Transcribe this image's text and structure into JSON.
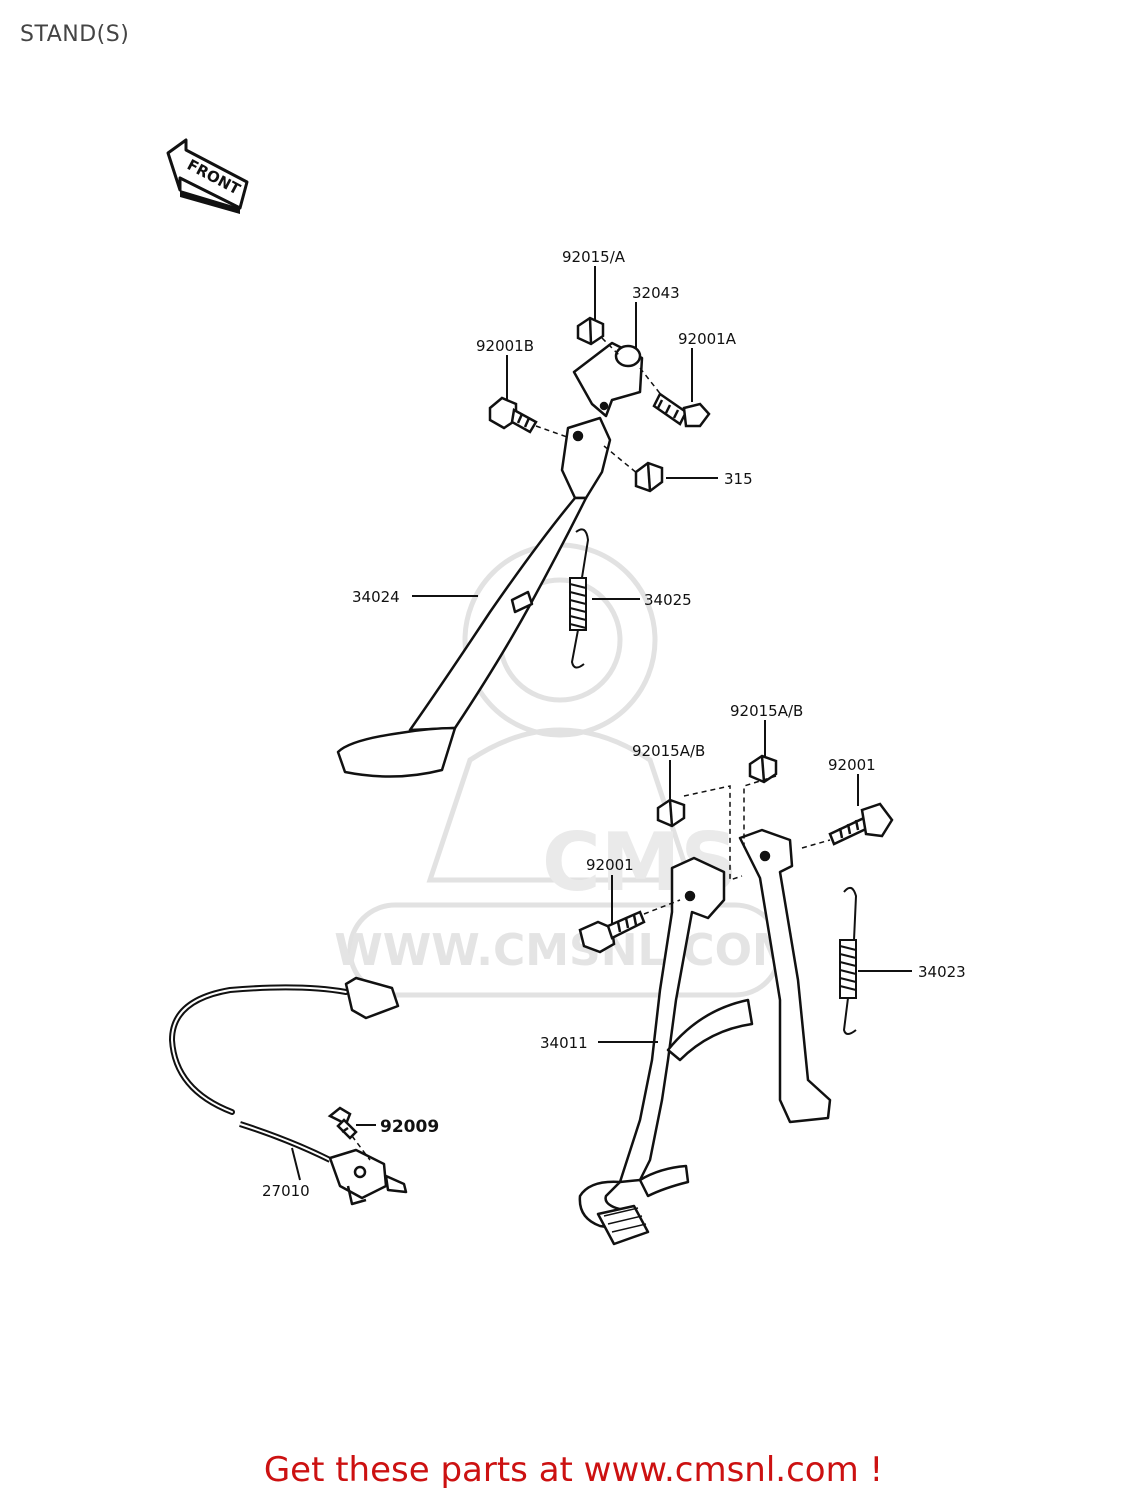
{
  "page": {
    "title": "STAND(S)",
    "watermark_url": "WWW.CMSNL.COM",
    "watermark_logo": "CMS",
    "footer_link": "Get these parts at www.cmsnl.com !"
  },
  "diagram": {
    "front_arrow_label": "FRONT",
    "parts": {
      "p92015A": "92015/A",
      "p32043": "32043",
      "p92001A": "92001A",
      "p92001B": "92001B",
      "p315": "315",
      "p34024": "34024",
      "p34025": "34025",
      "p92015AB_1": "92015A/B",
      "p92015AB_2": "92015A/B",
      "p92001_1": "92001",
      "p92001_2": "92001",
      "p34023": "34023",
      "p34011": "34011",
      "p92009": "92009",
      "p27010": "27010"
    }
  },
  "colors": {
    "footer": "#cc1111",
    "lines": "#111111",
    "watermark": "#dddddd"
  }
}
